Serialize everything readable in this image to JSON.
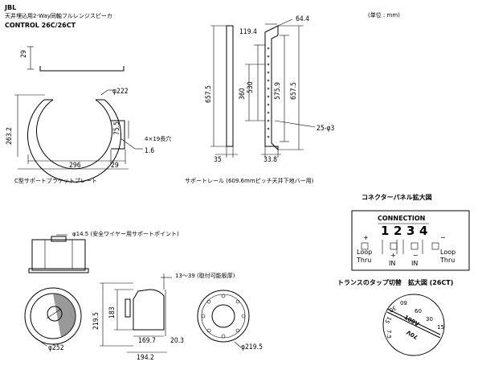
{
  "header": {
    "brand": "JBL",
    "subtitle": "天井埋込用2-Way同軸フルレンジスピーカ",
    "model": "CONTROL 26C/26CT",
    "unit": "(単位 : mm)"
  },
  "bracket": {
    "caption": "C型サポートブラケットプレート",
    "dims": {
      "d29top": "29",
      "phi222": "φ222",
      "d263": "263.2",
      "d75": "75.5",
      "slot": "4×19長穴",
      "d16": "1.6",
      "d296": "296",
      "d29b": "29"
    }
  },
  "rail": {
    "caption": "サポートレール (609.6mmピッチ天井下地バー用)",
    "dims": {
      "d644": "64.4",
      "d1194": "119.4",
      "d6575a": "657.5",
      "d530": "530",
      "d360": "360",
      "d5759": "575.9",
      "d6575b": "657.5",
      "holes": "25-φ3",
      "d35": "35",
      "d338": "33.8"
    }
  },
  "connector": {
    "title": "コネクターパネル拡大図",
    "panel_label": "CONNECTION",
    "terminals": [
      "1",
      "2",
      "3",
      "4"
    ],
    "plus": "+",
    "minus": "−",
    "loop_left_1": "Loop",
    "loop_left_2": "Thru",
    "loop_right_1": "Loop",
    "loop_right_2": "Thru",
    "in_plus": "+",
    "in_plus_label": "IN",
    "in_minus": "−",
    "in_minus_label": "IN"
  },
  "speaker": {
    "support_point": "φ14.5 (安全ワイヤー用サポートポイント)",
    "board_thickness": "13～39 (取付可能板厚)",
    "dims": {
      "phi252": "φ252",
      "d2195": "219.5",
      "d183": "183",
      "d1697": "169.7",
      "d203": "20.3",
      "d1942": "194.2",
      "phi2195": "φ219.5"
    }
  },
  "tap": {
    "title": "トランスのタップ切替　拡大図 (26CT)",
    "labels": [
      "60",
      "30",
      "15",
      "100V",
      "7.5",
      "70V",
      "15",
      "30",
      "60"
    ]
  }
}
